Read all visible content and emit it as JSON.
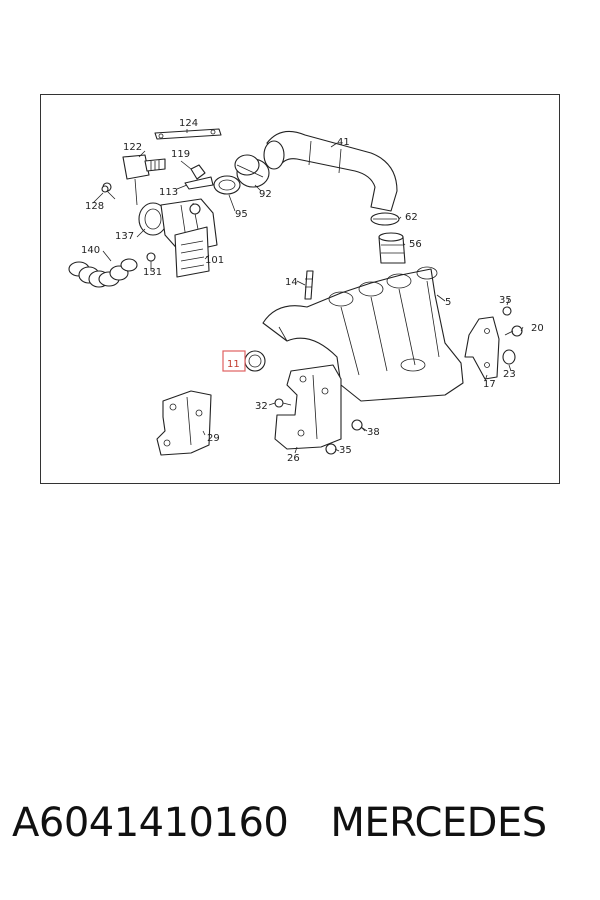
{
  "diagram": {
    "highlighted_part": "11",
    "labels": {
      "p124": "124",
      "p122": "122",
      "p119": "119",
      "p41": "41",
      "p113": "113",
      "p92": "92",
      "p128": "128",
      "p95": "95",
      "p62": "62",
      "p137": "137",
      "p56": "56",
      "p140": "140",
      "p101": "101",
      "p131": "131",
      "p14": "14",
      "p5": "5",
      "p35a": "35",
      "p20": "20",
      "p11": "11",
      "p17": "17",
      "p23": "23",
      "p32": "32",
      "p38": "38",
      "p29": "29",
      "p35b": "35",
      "p26": "26"
    },
    "highlight_color": "#e06060"
  },
  "caption": {
    "part_number": "A6041410160",
    "brand": "MERCEDES"
  }
}
